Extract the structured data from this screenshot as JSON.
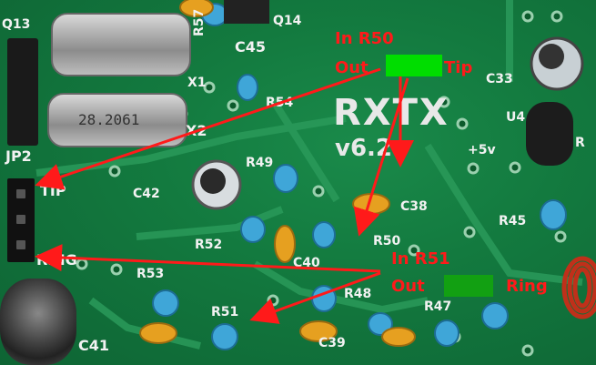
{
  "board": {
    "title": "RXTX",
    "version": "v6.2",
    "silkscreen": [
      "Q13",
      "Q14",
      "R57",
      "C45",
      "X1",
      "X2",
      "JP2",
      "R54",
      "TIP",
      "RING",
      "C42",
      "R49",
      "R52",
      "C40",
      "R50",
      "C38",
      "R53",
      "C41",
      "R51",
      "R48",
      "C39",
      "R47",
      "R45",
      "C33",
      "U4",
      "+5v",
      "R"
    ],
    "crystal_marking": "28.2061"
  },
  "annotations": {
    "r50_in": "In R50",
    "r50_out": "Out",
    "r50_tip": "Tip",
    "r51_in": "In R51",
    "r51_out": "Out",
    "r51_ring": "Ring"
  },
  "colors": {
    "annotation": "#ff1a1a",
    "highlight_bright": "#00dd00",
    "highlight_dark": "#12a012",
    "pcb": "#137a3f"
  }
}
